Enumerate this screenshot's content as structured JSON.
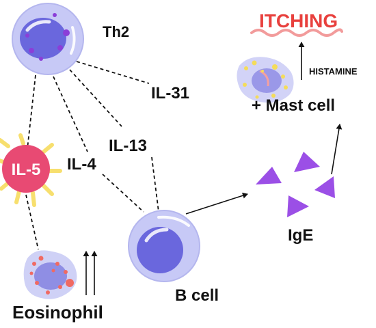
{
  "labels": {
    "th2": "Th2",
    "il31": "IL-31",
    "il13": "IL-13",
    "il4": "IL-4",
    "il5": "IL-5",
    "eosinophil": "Eosinophil",
    "bcell": "B cell",
    "ige": "IgE",
    "mast_cell": "+ Mast cell",
    "histamine": "HISTAMINE",
    "itching": "ITCHING"
  },
  "colors": {
    "cell_fill": "#c7c9f6",
    "cell_nucleus": "#6a67dd",
    "granule_purple": "#8b3ed8",
    "il5_fill": "#e84a73",
    "il5_rays": "#f7df6e",
    "ige_triangle": "#9b4fe6",
    "itching": "#e8403d",
    "itching_wave": "#f29b9b",
    "eos_granule": "#f06a63",
    "mast_granule": "#f4dc5a",
    "text": "#111111"
  },
  "icons": {
    "th2": "th2-cell-icon",
    "bcell": "b-cell-icon",
    "eosinophil": "eosinophil-cell-icon",
    "mast_cell": "mast-cell-icon",
    "ige": "ige-triangle-icon",
    "il5": "il5-burst-icon"
  }
}
